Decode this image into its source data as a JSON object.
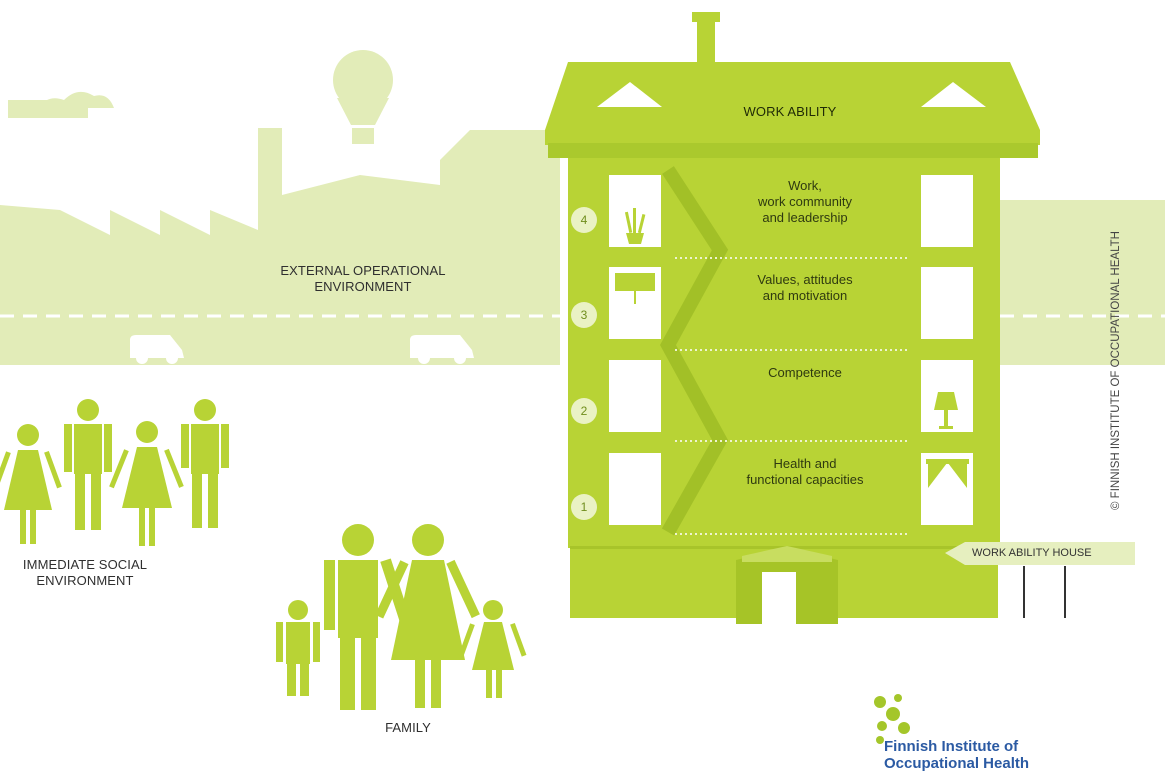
{
  "labels": {
    "external": [
      "EXTERNAL OPERATIONAL",
      "ENVIRONMENT"
    ],
    "social": [
      "IMMEDIATE SOCIAL",
      "ENVIRONMENT"
    ],
    "family": "FAMILY",
    "roof": "WORK ABILITY",
    "house_sign": "WORK ABILITY HOUSE",
    "copyright": "© FINNISH INSTITUTE OF OCCUPATIONAL HEALTH"
  },
  "floors": [
    {
      "number": "4",
      "lines": [
        "Work,",
        "work community",
        "and leadership"
      ]
    },
    {
      "number": "3",
      "lines": [
        "Values, attitudes",
        "and motivation"
      ]
    },
    {
      "number": "2",
      "lines": [
        "Competence"
      ]
    },
    {
      "number": "1",
      "lines": [
        "Health and",
        "functional capacities"
      ]
    }
  ],
  "logo": {
    "lines": [
      "Finnish Institute of",
      "Occupational Health"
    ]
  },
  "colors": {
    "main_green": "#b8d335",
    "light_green": "#dfeaae",
    "dark_green": "#9ebb22",
    "logo_blue": "#2b5aa3"
  },
  "icons": [
    "cloud-icon",
    "hot-air-balloon-icon",
    "factory-icon",
    "van-icon",
    "plant-icon",
    "sign-icon",
    "lamp-icon",
    "curtain-icon",
    "chimney-icon",
    "logo-icon"
  ]
}
